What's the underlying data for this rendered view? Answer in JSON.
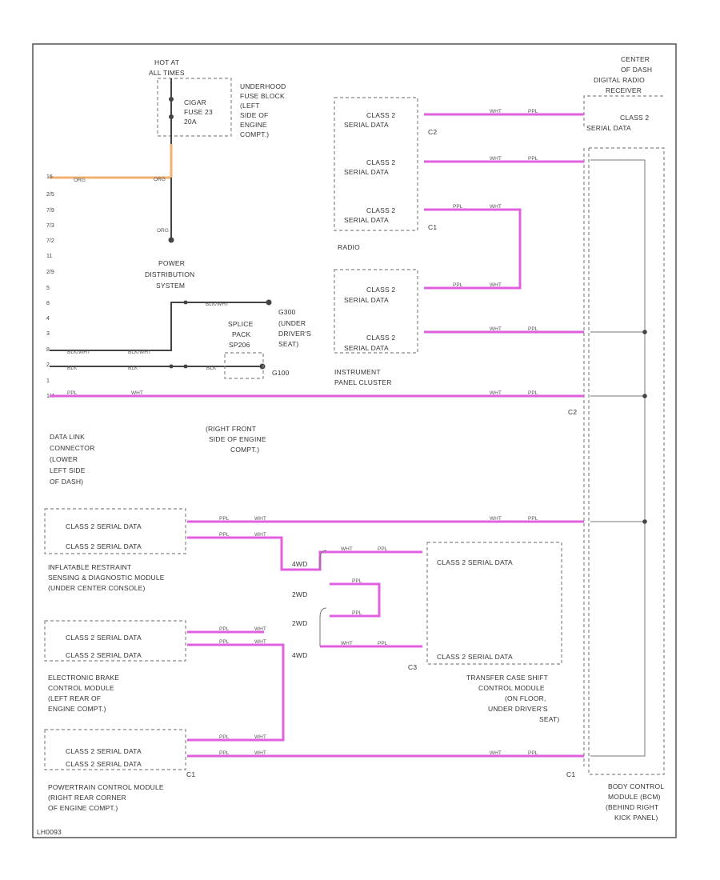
{
  "colors": {
    "pink_wire": "#e060e0",
    "orange_wire": "#f0b070",
    "black_wire": "#444444",
    "frame": "#555555"
  },
  "fuse": {
    "hot_label": "HOT AT",
    "hot_label2": "ALL TIMES",
    "fuse_name": "CIGAR",
    "fuse_id": "FUSE 23",
    "fuse_amp": "20A"
  },
  "fuse_block": {
    "line1": "UNDERHOOD",
    "line2": "FUSE BLOCK",
    "line3": "(LEFT",
    "line4": "SIDE OF",
    "line5": "ENGINE",
    "line6": "COMPT.)"
  },
  "power_dist": {
    "line1": "POWER",
    "line2": "DISTRIBUTION",
    "line3": "SYSTEM"
  },
  "dlc_pins": [
    "16",
    "2/5",
    "7/9",
    "7/3",
    "7/2",
    "11",
    "2/9",
    "5",
    "8",
    "4",
    "3",
    "8",
    "2",
    "1",
    "1/4"
  ],
  "dlc": {
    "line1": "DATA LINK",
    "line2": "CONNECTOR",
    "line3": "(LOWER",
    "line4": "LEFT SIDE",
    "line5": "OF DASH)"
  },
  "wires": {
    "org": "ORG",
    "blk_wht": "BLK/WHT",
    "blk": "BLK",
    "ppl": "PPL",
    "wht": "WHT"
  },
  "ground_g300": {
    "name": "G300",
    "line1": "(UNDER",
    "line2": "DRIVER'S",
    "line3": "SEAT)"
  },
  "splice": {
    "line1": "SPLICE",
    "line2": "PACK",
    "line3": "SP206",
    "g100": "G100"
  },
  "right_front": {
    "line1": "(RIGHT FRONT",
    "line2": "SIDE OF ENGINE",
    "line3": "COMPT.)"
  },
  "radio": {
    "label": "RADIO",
    "data1": "CLASS 2",
    "data2": "SERIAL DATA",
    "c2": "C2",
    "c1": "C1"
  },
  "ipc": {
    "label1": "INSTRUMENT",
    "label2": "PANEL CLUSTER",
    "data1": "CLASS 2",
    "data2": "SERIAL DATA"
  },
  "digital_radio": {
    "line1": "CENTER",
    "line2": "OF DASH",
    "line3": "DIGITAL RADIO",
    "line4": "RECEIVER",
    "data1": "CLASS 2",
    "data2": "SERIAL DATA"
  },
  "bcm": {
    "line1": "BODY CONTROL",
    "line2": "MODULE (BCM)",
    "line3": "(BEHIND RIGHT",
    "line4": "KICK PANEL)",
    "c2": "C2",
    "c1": "C1"
  },
  "airbag": {
    "data": "CLASS 2 SERIAL DATA",
    "line1": "INFLATABLE RESTRAINT",
    "line2": "SENSING & DIAGNOSTIC MODULE",
    "line3": "(UNDER CENTER CONSOLE)"
  },
  "ebcm": {
    "data": "CLASS 2 SERIAL DATA",
    "line1": "ELECTRONIC BRAKE",
    "line2": "CONTROL MODULE",
    "line3": "(LEFT REAR OF",
    "line4": "ENGINE COMPT.)"
  },
  "pcm": {
    "data": "CLASS 2 SERIAL DATA",
    "c1": "C1",
    "line1": "POWERTRAIN CONTROL MODULE",
    "line2": "(RIGHT REAR CORNER",
    "line3": "OF ENGINE COMPT.)"
  },
  "tccm": {
    "data": "CLASS 2 SERIAL DATA",
    "c3": "C3",
    "line1": "TRANSFER CASE SHIFT",
    "line2": "CONTROL MODULE",
    "line3": "(ON FLOOR,",
    "line4": "UNDER DRIVER'S",
    "line5": "SEAT)"
  },
  "drive": {
    "d4wd": "4WD",
    "d2wd": "2WD"
  },
  "footer": {
    "code": "LH0093"
  }
}
